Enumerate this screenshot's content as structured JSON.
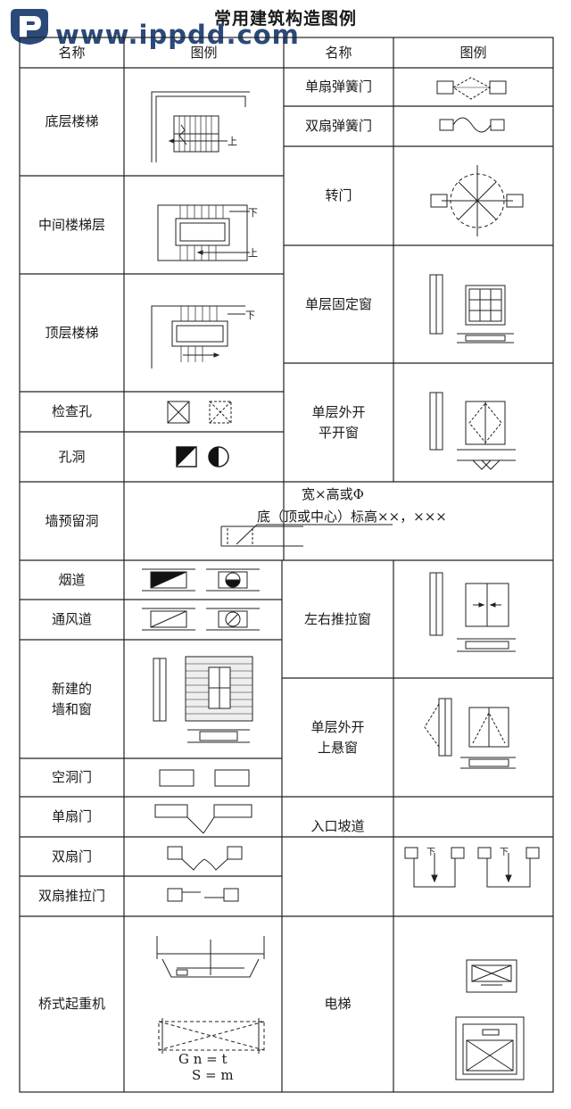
{
  "title": "常用建筑构造图例",
  "watermark": {
    "text": "www.ippdd.com",
    "color": "#2b4a7a"
  },
  "headers": {
    "name1": "名称",
    "legend1": "图例",
    "name2": "名称",
    "legend2": "图例"
  },
  "left_items": {
    "ground_stair": "底层楼梯",
    "middle_stair": "中间楼梯层",
    "top_stair": "顶层楼梯",
    "inspection": "检查孔",
    "hole": "孔洞",
    "wall_hole": "墙预留洞",
    "flue": "烟道",
    "vent": "通风道",
    "new_wall": "新建的\n墙和窗",
    "open_door": "空洞门",
    "single_door": "单扇门",
    "double_door": "双扇门",
    "double_slide_door": "双扇推拉门",
    "crane": "桥式起重机"
  },
  "right_items": {
    "single_spring": "单扇弹簧门",
    "double_spring": "双扇弹簧门",
    "revolving": "转门",
    "fixed_window": "单层固定窗",
    "casement_window": "单层外开\n平开窗",
    "sliding_window": "左右推拉窗",
    "top_hung_window": "单层外开\n上悬窗",
    "ramp": "入口坡道",
    "elevator": "电梯"
  },
  "drawing_labels": {
    "up": "上",
    "down": "下",
    "wall_hole_size": "宽×高或Φ",
    "wall_hole_elev": "底（顶或中心）标高××，×××",
    "crane_gn": "G n = t",
    "crane_s": "S = m"
  }
}
